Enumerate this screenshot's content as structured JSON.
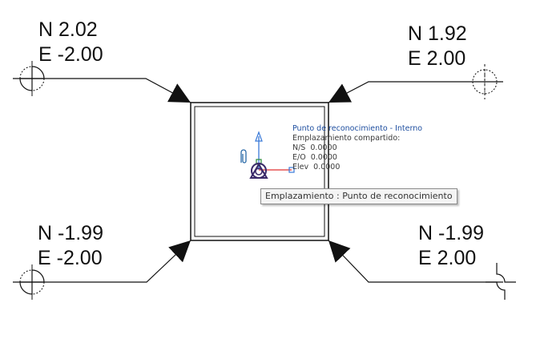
{
  "coord_labels": {
    "top_left": {
      "n": "N 2.02",
      "e": "E -2.00"
    },
    "top_right": {
      "n": "N 1.92",
      "e": "E 2.00"
    },
    "bottom_left": {
      "n": "N -1.99",
      "e": "E -2.00"
    },
    "bottom_right": {
      "n": "N -1.99",
      "e": "E 2.00"
    }
  },
  "survey_point": {
    "title": "Punto de reconocimiento - Interno",
    "subtitle": "Emplazamiento compartido:",
    "ns_label": "N/S",
    "ns_value": "0.0000",
    "eo_label": "E/O",
    "eo_value": "0.0000",
    "elev_label": "Elev",
    "elev_value": "0.0000"
  },
  "tooltip": "Emplazamiento : Punto de reconocimiento",
  "colors": {
    "line": "#111111",
    "ucs_y_axis": "#3a7ad8",
    "ucs_x_axis": "#e03030",
    "ucs_origin": "#2a8a3a",
    "marker": "#3b2a6a",
    "info_title": "#1f4fa0"
  },
  "icons": {
    "corner_markers": "quadrant-target-icon",
    "pin": "paperclip-pin-icon",
    "survey_marker": "survey-point-triangle-icon"
  }
}
